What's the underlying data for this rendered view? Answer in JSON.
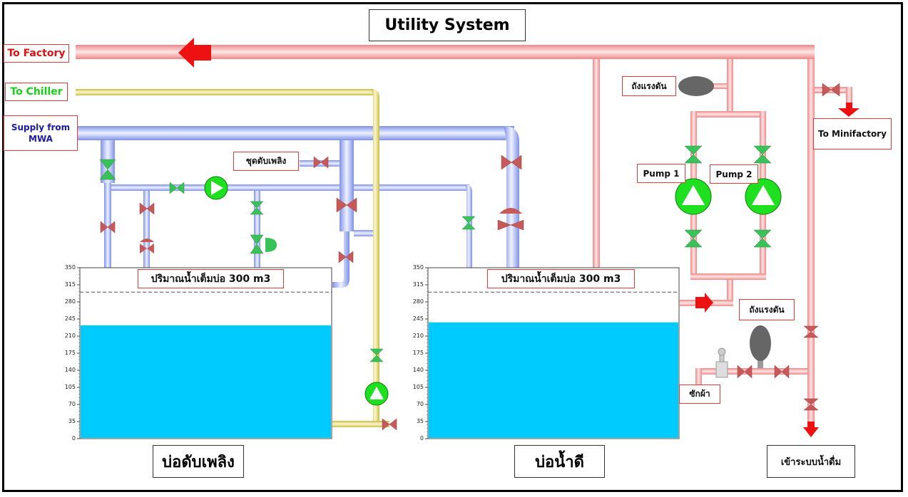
{
  "title": "Utility System",
  "labels": {
    "to_factory": "To Factory",
    "to_chiller": "To Chiller",
    "supply_from": "Supply from",
    "supply_mwa": "MWA",
    "fire_set": "ชุดดับเพลิง",
    "pressure_tank_top": "ถังแรงดัน",
    "pressure_tank_bottom": "ถังแรงดัน",
    "pump1": "Pump 1",
    "pump2": "Pump 2",
    "to_minifactory": "To Minifactory",
    "laundry": "ซักผ้า",
    "to_drinking": "เข้าระบบน้ำดื่ม",
    "fire_pond": "บ่อดับเพลิง",
    "good_pond": "บ่อน้ำดี"
  },
  "tanks": [
    {
      "name": "fire-pond",
      "label": "ปริมาณน้ำเต็มบ่อ 300 m3",
      "level": 232,
      "fill_color": "#00cbff"
    },
    {
      "name": "good-pond",
      "label": "ปริมาณน้ำเต็มบ่อ 300 m3",
      "level": 238,
      "fill_color": "#00cbff"
    }
  ],
  "gauge": {
    "max": 350,
    "full_mark": 300,
    "ticks": [
      "350",
      "315",
      "280",
      "245",
      "210",
      "175",
      "140",
      "105",
      "70",
      "35",
      "0"
    ]
  },
  "colors": {
    "hot_pipe": "#f0a0a0",
    "cold_pipe": "#9fb0f0",
    "chiller_pipe": "#e2d86a",
    "valve_open": "#39c25a",
    "valve_closed": "#c65a5a",
    "pump": "#1ee01e",
    "arrow": "#ee1111"
  }
}
